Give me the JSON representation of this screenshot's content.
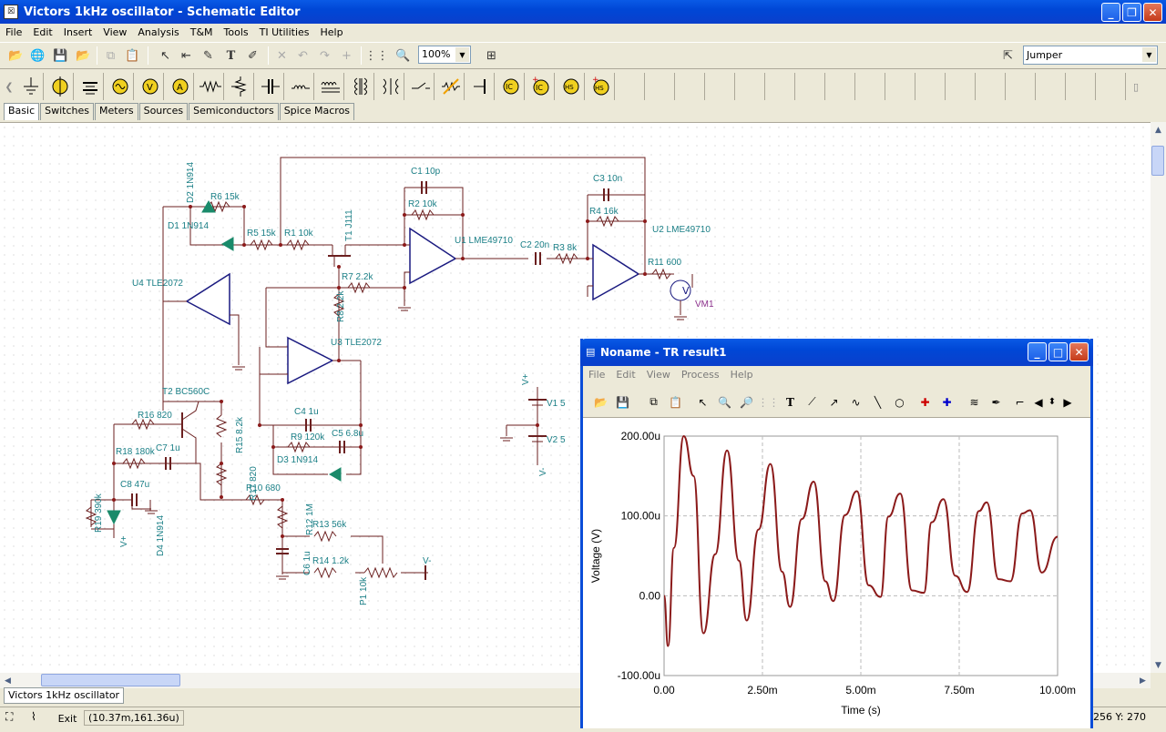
{
  "window": {
    "title": "Victors 1kHz oscillator - Schematic Editor",
    "icon": "app-icon"
  },
  "menu": [
    "File",
    "Edit",
    "Insert",
    "View",
    "Analysis",
    "T&M",
    "Tools",
    "TI Utilities",
    "Help"
  ],
  "toolbar": {
    "zoom_value": "100%",
    "component_select": "Jumper"
  },
  "tabs": [
    "Basic",
    "Switches",
    "Meters",
    "Sources",
    "Semiconductors",
    "Spice Macros"
  ],
  "active_tab": "Basic",
  "schematic": {
    "labels": {
      "d2": "D2 1N914",
      "r6": "R6 15k",
      "d1": "D1 1N914",
      "r5": "R5 15k",
      "r1": "R1 10k",
      "t1": "T1 J111",
      "c1": "C1 10p",
      "r2": "R2 10k",
      "u1": "U1 LME49710",
      "c3": "C3 10n",
      "r4": "R4 16k",
      "u2": "U2 LME49710",
      "c2": "C2 20n",
      "r3": "R3 8k",
      "r11": "R11 600",
      "vm1": "VM1",
      "u4": "U4 TLE2072",
      "r7": "R7 2.2k",
      "r8": "R8 2.2k",
      "u3": "U3 TLE2072",
      "t2": "T2 BC560C",
      "r16": "R16 820",
      "r15": "R15 8.2k",
      "r18": "R18 180k",
      "c7": "C7 1u",
      "c4": "C4 1u",
      "r9": "R9 120k",
      "c5": "C5 6.8u",
      "d3": "D3 1N914",
      "c8": "C8 47u",
      "r17": "R17 820",
      "r10": "R10 680",
      "r19": "R19 390k",
      "d4": "D4 1N914",
      "r12": "R12 1M",
      "r13": "R13 56k",
      "c6": "C6 1u",
      "r14": "R14 1.2k",
      "p1": "P1 10k",
      "vminus": "V-",
      "v1": "V1 5",
      "v2": "V2 5",
      "vplus": "V+",
      "vplus_sym": "V+",
      "vminus_sym": "V-"
    }
  },
  "document_tab": "Victors 1kHz oscillator",
  "status": {
    "exit": "Exit",
    "coords": "(10.37m,161.36u)",
    "position": "256  Y: 270"
  },
  "tr_window": {
    "title": "Noname - TR result1",
    "menu": [
      "File",
      "Edit",
      "View",
      "Process",
      "Help"
    ],
    "chart_data": {
      "type": "line",
      "xlabel": "Time (s)",
      "ylabel": "Voltage (V)",
      "xlim": [
        0,
        0.01
      ],
      "ylim": [
        -0.0001,
        0.0002
      ],
      "x_ticks": [
        "0.00",
        "2.50m",
        "5.00m",
        "7.50m",
        "10.00m"
      ],
      "y_ticks": [
        "200.00u",
        "100.00u",
        "0.00",
        "-100.00u"
      ],
      "grid": true,
      "series": [
        {
          "color": "#8b1a1a",
          "x": [
            0,
            0.0001,
            0.00025,
            0.0005,
            0.00075,
            0.001,
            0.0013,
            0.0016,
            0.0019,
            0.0021,
            0.0024,
            0.0027,
            0.003,
            0.0032,
            0.0035,
            0.0038,
            0.0041,
            0.0043,
            0.0046,
            0.0049,
            0.0052,
            0.0055,
            0.0057,
            0.006,
            0.0063,
            0.0066,
            0.0068,
            0.0071,
            0.0074,
            0.0077,
            0.008,
            0.0082,
            0.0085,
            0.0088,
            0.0091,
            0.0093,
            0.0096,
            0.01
          ],
          "y": [
            0,
            -6.3e-05,
            6e-05,
            0.0002,
            0.00015,
            -4.7e-05,
            5.2e-05,
            0.000182,
            4.4e-05,
            -3.1e-05,
            8.3e-05,
            0.000165,
            3e-05,
            -1.4e-05,
            9.6e-05,
            0.000143,
            1.8e-05,
            -6.7e-06,
            0.000101,
            0.000131,
            1.3e-05,
            -1.5e-06,
            9.9e-05,
            0.000128,
            6.6e-06,
            3.6e-06,
            9.2e-05,
            0.000121,
            2.5e-05,
            4.7e-06,
            0.000106,
            0.000117,
            2.07e-05,
            1.8e-05,
            0.000103,
            0.000107,
            2.9e-05,
            7.4e-05
          ]
        }
      ]
    }
  }
}
